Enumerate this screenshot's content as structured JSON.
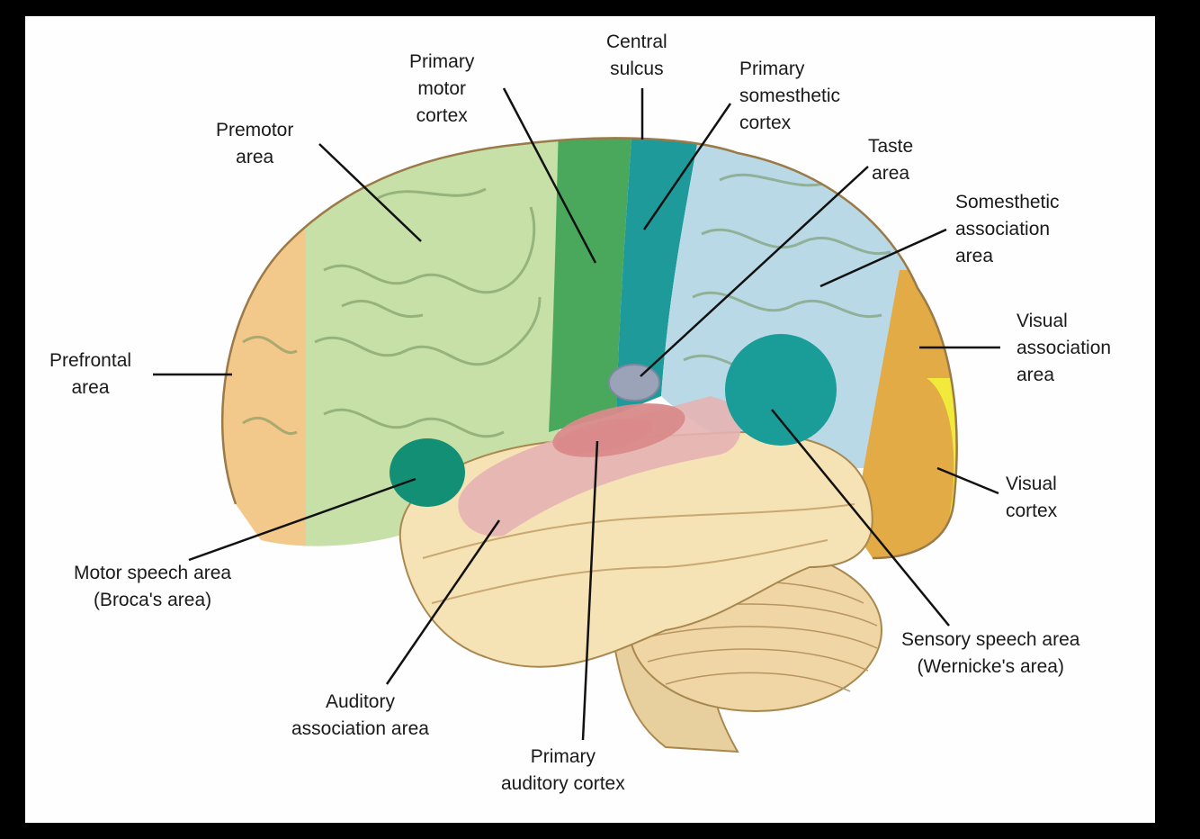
{
  "colors": {
    "prefrontal": "#f2c98a",
    "premotor": "#c6e0a8",
    "primary_motor": "#4aa85c",
    "primary_somesthetic": "#1f9a9a",
    "somesthetic_association": "#b9d9e6",
    "visual_association": "#e3ab45",
    "visual_cortex": "#f2ea3a",
    "broca": "#138f75",
    "wernicke": "#1a9c98",
    "auditory_association": "#e6b3b3",
    "primary_auditory": "#d98a8a",
    "temporal": "#f6e3b5",
    "cerebellum": "#efd6a4",
    "brainstem": "#e8cf9e",
    "taste": "#9aa3b8"
  },
  "labels": {
    "premotor": [
      "Premotor",
      "area"
    ],
    "primary_motor": [
      "Primary",
      "motor",
      "cortex"
    ],
    "central_sulcus": [
      "Central",
      "sulcus"
    ],
    "primary_somesthetic": [
      "Primary",
      "somesthetic",
      "cortex"
    ],
    "taste": [
      "Taste",
      "area"
    ],
    "somesthetic_association": [
      "Somesthetic",
      "association",
      "area"
    ],
    "visual_association": [
      "Visual",
      "association",
      "area"
    ],
    "prefrontal": [
      "Prefrontal",
      "area"
    ],
    "visual_cortex": [
      "Visual",
      "cortex"
    ],
    "broca": [
      "Motor speech area",
      "(Broca's area)"
    ],
    "wernicke": [
      "Sensory speech area",
      "(Wernicke's area)"
    ],
    "auditory_association": [
      "Auditory",
      "association area"
    ],
    "primary_auditory": [
      "Primary",
      "auditory cortex"
    ]
  }
}
